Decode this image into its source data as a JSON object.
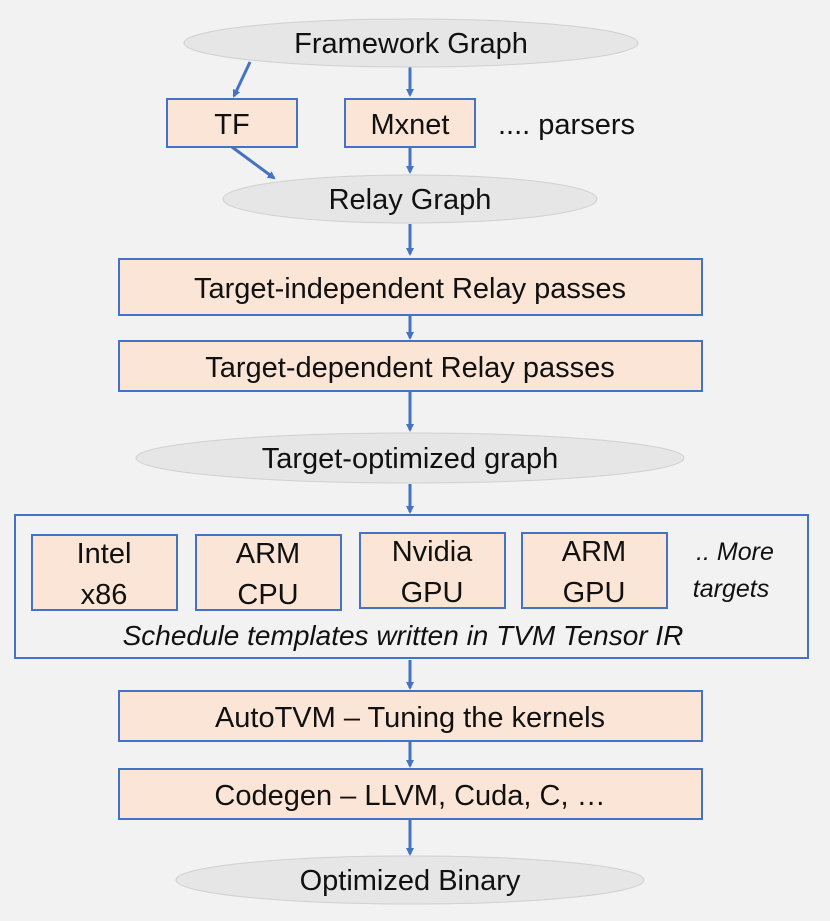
{
  "colors": {
    "background": "#f2f2f2",
    "box_fill": "#fbe5d6",
    "box_stroke": "#4472c4",
    "ellipse_fill": "#e6e6e6",
    "arrow": "#4472c4",
    "text": "#111111"
  },
  "nodes": {
    "framework_graph": "Framework Graph",
    "tf": "TF",
    "mxnet": "Mxnet",
    "parsers": ".... parsers",
    "relay_graph": "Relay Graph",
    "target_independent": "Target-independent Relay passes",
    "target_dependent": "Target-dependent Relay passes",
    "target_optimized": "Target-optimized graph",
    "targets": [
      {
        "line1": "Intel",
        "line2": "x86"
      },
      {
        "line1": "ARM",
        "line2": "CPU"
      },
      {
        "line1": "Nvidia",
        "line2": "GPU"
      },
      {
        "line1": "ARM",
        "line2": "GPU"
      }
    ],
    "more_targets": {
      "line1": ".. More",
      "line2": "targets"
    },
    "schedule_caption": "Schedule templates written in TVM Tensor IR",
    "autotvm": "AutoTVM – Tuning the kernels",
    "codegen": "Codegen – LLVM, Cuda, C, …",
    "optimized_binary": "Optimized Binary"
  }
}
